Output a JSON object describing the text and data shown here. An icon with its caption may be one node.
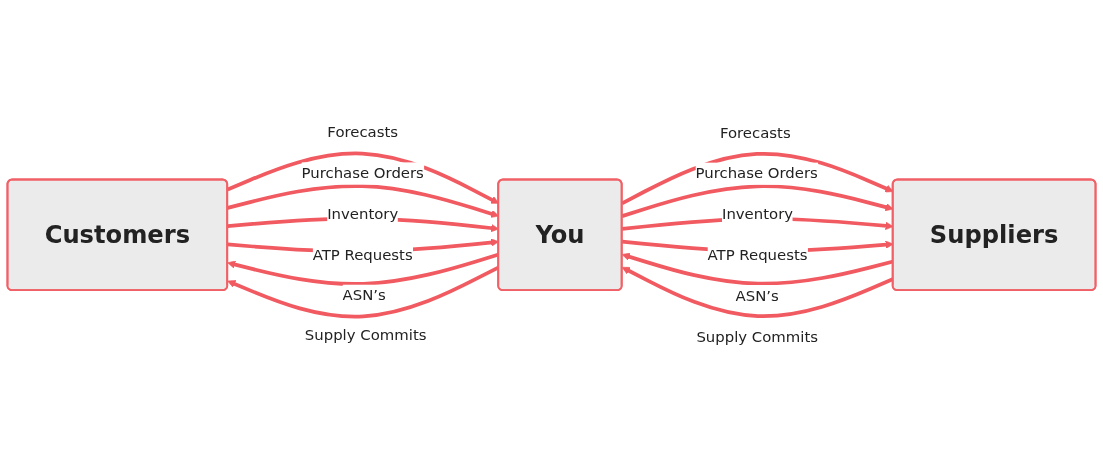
{
  "diagram": {
    "nodes": [
      {
        "text": [
          "Customers"
        ]
      },
      {
        "text": [
          "You"
        ]
      },
      {
        "text": [
          "Suppliers"
        ]
      }
    ],
    "edges": [
      {
        "from": 0,
        "to": 1,
        "arrow": "to",
        "label": "Forecasts"
      },
      {
        "from": 0,
        "to": 1,
        "arrow": "to",
        "label": "Purchase Orders"
      },
      {
        "from": 0,
        "to": 1,
        "arrow": "to",
        "label": "Inventory"
      },
      {
        "from": 0,
        "to": 1,
        "arrow": "to",
        "label": "ATP Requests"
      },
      {
        "from": 1,
        "to": 0,
        "arrow": "to",
        "label": "ASN’s"
      },
      {
        "from": 1,
        "to": 0,
        "arrow": "to",
        "label": "Supply Commits"
      },
      {
        "from": 1,
        "to": 2,
        "arrow": "to",
        "label": "Forecasts"
      },
      {
        "from": 1,
        "to": 2,
        "arrow": "to",
        "label": "Purchase Orders"
      },
      {
        "from": 1,
        "to": 2,
        "arrow": "to",
        "label": "Inventory"
      },
      {
        "from": 1,
        "to": 2,
        "arrow": "to",
        "label": "ATP Requests"
      },
      {
        "from": 2,
        "to": 1,
        "arrow": "to",
        "label": "ASN’s"
      },
      {
        "from": 2,
        "to": 1,
        "arrow": "to",
        "label": "Supply Commits"
      }
    ]
  }
}
